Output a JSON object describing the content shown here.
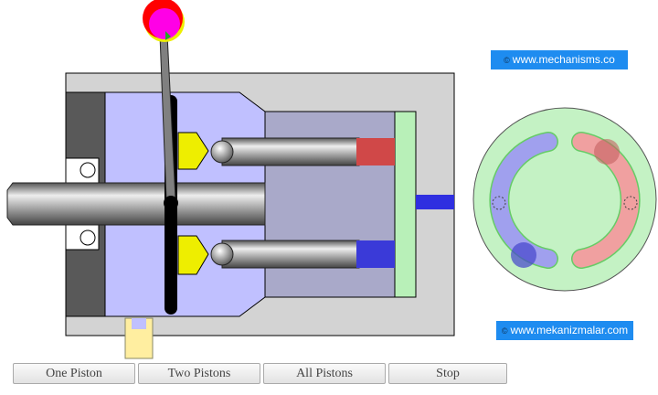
{
  "links": {
    "top": "www.mechanisms.co",
    "bottom": "www.mekanizmalar.com",
    "copyright_symbol": "©"
  },
  "buttons": [
    {
      "label": "One Piston"
    },
    {
      "label": "Two Pistons"
    },
    {
      "label": "All Pistons"
    },
    {
      "label": "Stop"
    }
  ],
  "colors": {
    "badge": "#1e8cf0",
    "body": "#c0c0ff",
    "plate": "#b8f0b8",
    "red_piston": "#d04848",
    "blue_piston": "#3a3ad8"
  }
}
